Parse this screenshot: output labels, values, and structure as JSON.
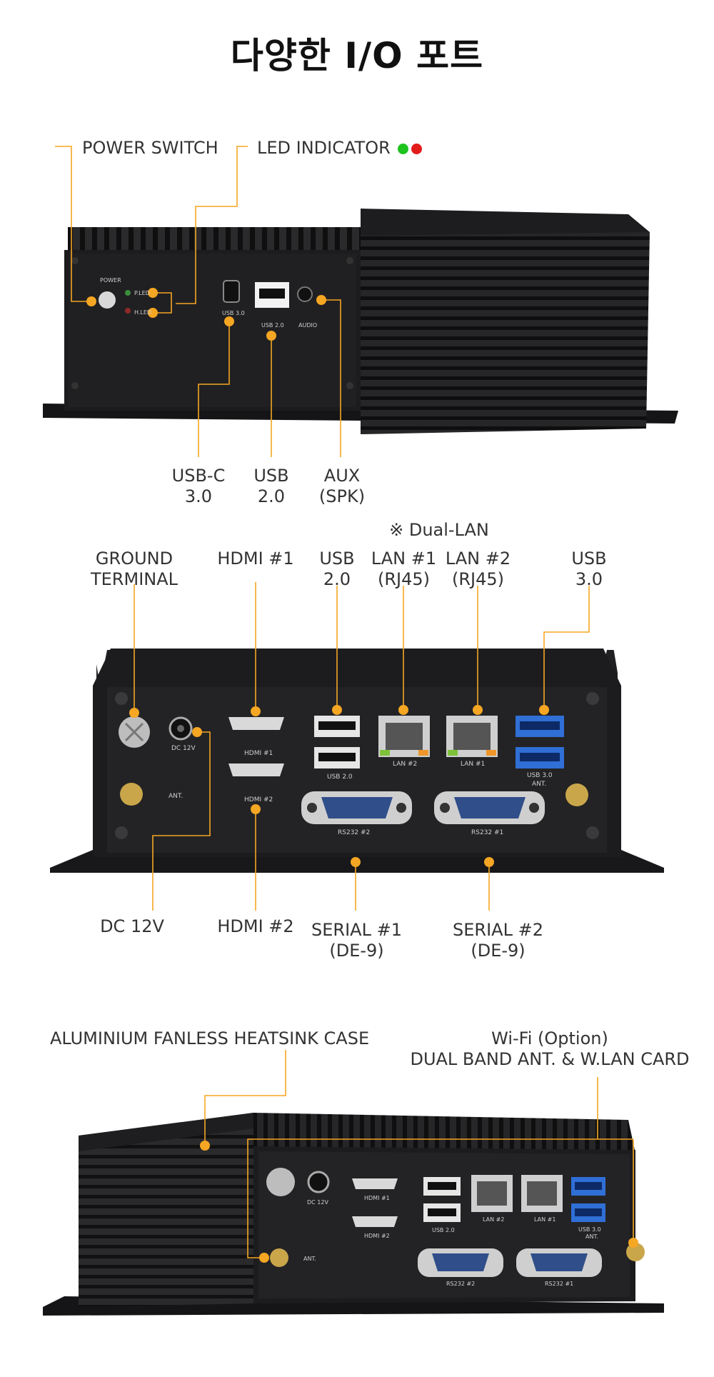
{
  "title": "다양한 I/O 포트",
  "colors": {
    "accent": "#F5A623",
    "device_body": "#1c1c1e",
    "led_green": "#1ec31e",
    "led_red": "#e21b1b",
    "usb3_blue": "#2f6fd6"
  },
  "front": {
    "callouts": {
      "power_switch": "POWER SWITCH",
      "led_indicator": "LED INDICATOR",
      "usb_c_line1": "USB-C",
      "usb_c_line2": "3.0",
      "usb2_line1": "USB",
      "usb2_line2": "2.0",
      "aux_line1": "AUX",
      "aux_line2": "(SPK)"
    },
    "panel_labels": {
      "power": "POWER",
      "pled": "P.LED",
      "hled": "H.LED",
      "usb3": "USB 3.0",
      "usb2": "USB 2.0",
      "audio": "AUDIO"
    }
  },
  "rear": {
    "dual_lan_note": "※ Dual-LAN",
    "callouts": {
      "ground_line1": "GROUND",
      "ground_line2": "TERMINAL",
      "hdmi1": "HDMI #1",
      "usb2_line1": "USB",
      "usb2_line2": "2.0",
      "lan1_line1": "LAN #1",
      "lan1_line2": "(RJ45)",
      "lan2_line1": "LAN #2",
      "lan2_line2": "(RJ45)",
      "usb3_line1": "USB",
      "usb3_line2": "3.0",
      "dc12v": "DC 12V",
      "hdmi2": "HDMI #2",
      "serial1_line1": "SERIAL #1",
      "serial1_line2": "(DE-9)",
      "serial2_line1": "SERIAL #2",
      "serial2_line2": "(DE-9)"
    },
    "panel_labels": {
      "dc12v": "DC 12V",
      "ant": "ANT.",
      "hdmi1": "HDMI #1",
      "hdmi2": "HDMI #2",
      "usb20": "USB 2.0",
      "lan2": "LAN #2",
      "lan1": "LAN #1",
      "usb30": "USB 3.0",
      "ant2": "ANT.",
      "rs232_2": "RS232 #2",
      "rs232_1": "RS232 #1"
    }
  },
  "side": {
    "callouts": {
      "case": "ALUMINIUM  FANLESS HEATSINK CASE",
      "wifi_line1": "Wi-Fi (Option)",
      "wifi_line2": "DUAL BAND ANT. & W.LAN CARD"
    },
    "panel_labels": {
      "dc12v": "DC 12V",
      "ant": "ANT.",
      "hdmi1": "HDMI #1",
      "hdmi2": "HDMI #2",
      "usb20": "USB 2.0",
      "lan2": "LAN #2",
      "lan1": "LAN #1",
      "usb30": "USB 3.0",
      "ant2": "ANT.",
      "rs232_2": "RS232 #2",
      "rs232_1": "RS232 #1"
    }
  }
}
